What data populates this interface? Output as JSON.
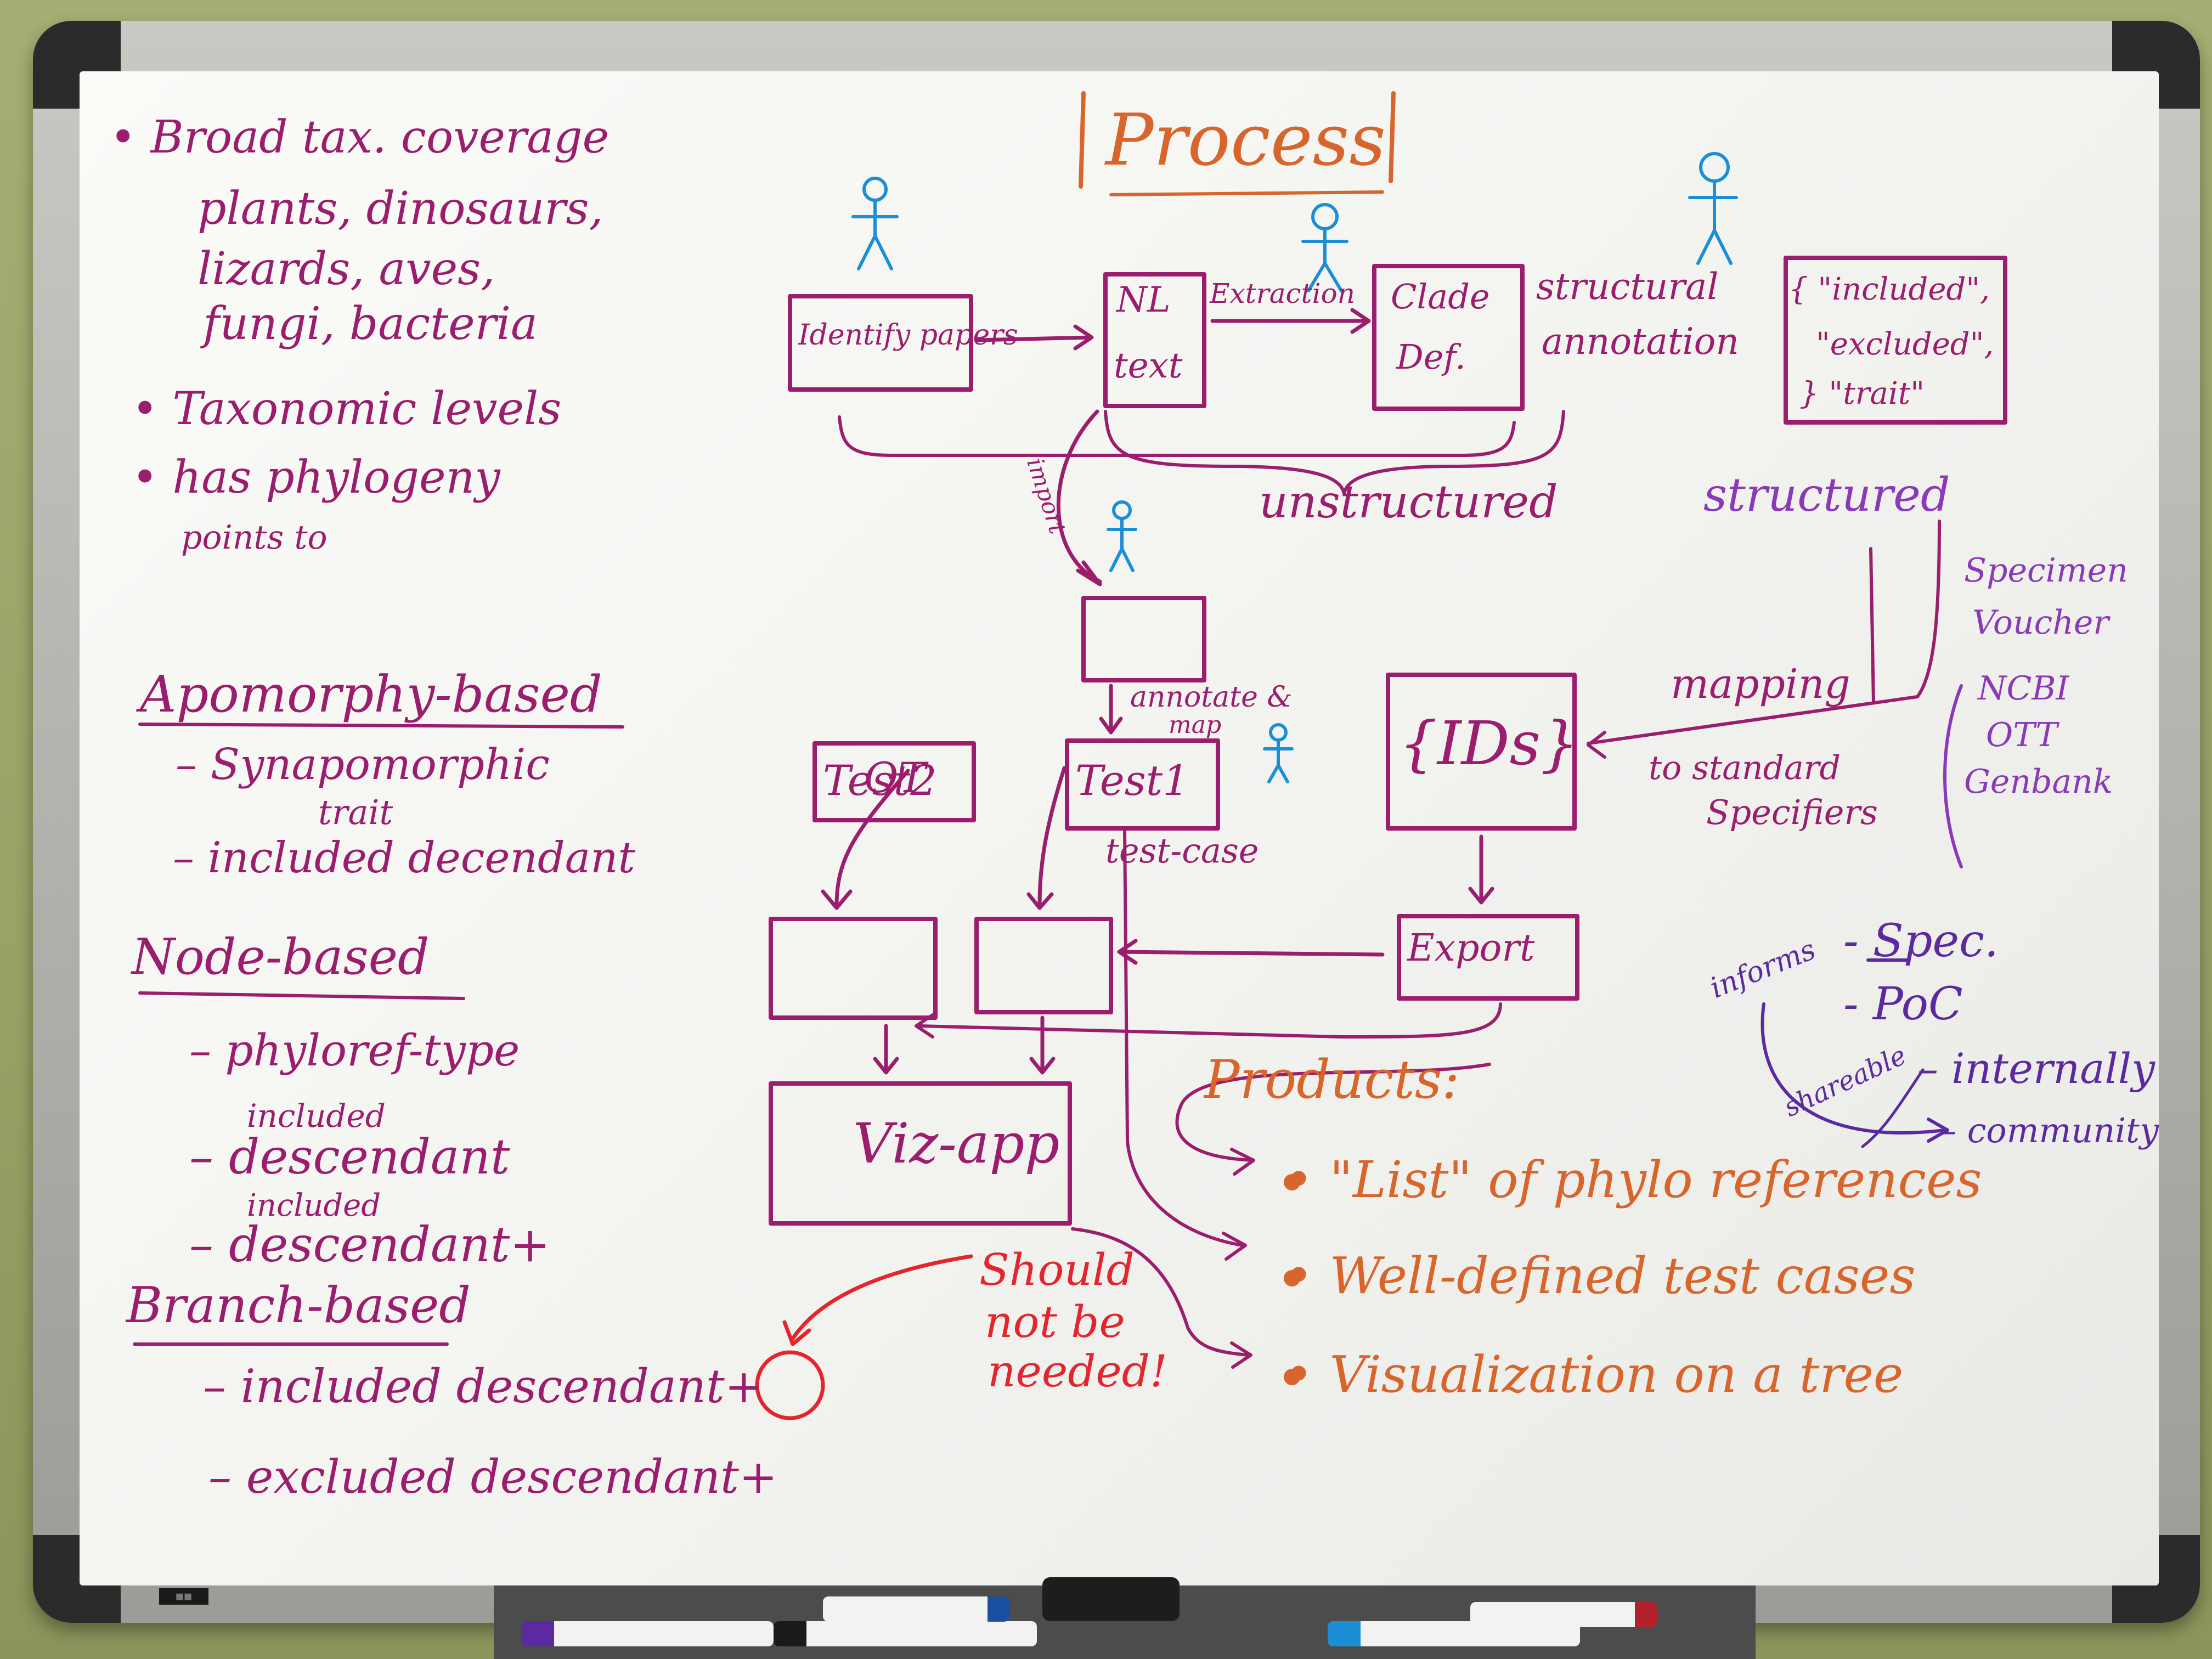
{
  "left": {
    "b1": "• Broad tax. coverage",
    "b1a": "plants, dinosaurs,",
    "b1b": "lizards, aves,",
    "b1c": "fungi, bacteria",
    "b2": "• Taxonomic levels",
    "b3": "• has phylogeny",
    "b3a": "points to",
    "apo": "Apomorphy-based",
    "apo1": "– Synapomorphic",
    "apo1b": "trait",
    "apo2": "– included decendant",
    "node": "Node-based",
    "node1": "– phyloref-type",
    "node2a": "included",
    "node2": "– descendant",
    "node3a": "included",
    "node3": "– descendant+",
    "branch": "Branch-based",
    "br1": "– included descendant+",
    "br2": "– excluded descendant+"
  },
  "diagram": {
    "process": "Process",
    "identify": "Identify papers",
    "nl1": "NL",
    "nl2": "text",
    "extraction": "Extraction",
    "clade1": "Clade",
    "clade2": "Def.",
    "structural": "structural",
    "annotation": "annotation",
    "incl": "{ \"included\",",
    "excl": "\"excluded\",",
    "trait": "} \"trait\"",
    "unstructured": "unstructured",
    "structured": "structured",
    "import": "import",
    "annotate": "annotate &",
    "map": "map",
    "testcase": "test-case",
    "ot": "OT",
    "ids": "{IDs}",
    "mapping": "mapping",
    "to_std": "to standard",
    "specifiers": "Specifiers",
    "sp1": "Specimen",
    "sp2": "Voucher",
    "sp3": "NCBI",
    "sp4": "OTT",
    "sp5": "Genbank",
    "test2": "Test2",
    "test1": "Test1",
    "export": "Export",
    "viz": "Viz-app",
    "informs": "informs",
    "shareable": "shareable",
    "spec": "- Spec.",
    "poc": "- PoC",
    "internally": "– internally",
    "community": "– community"
  },
  "products": {
    "heading": "Products:",
    "p1": "• \"List\" of phylo references",
    "p2": "• Well-defined test cases",
    "p3": "• Visualization on a tree"
  },
  "note": {
    "l1": "Should",
    "l2": "not be",
    "l3": "needed!"
  },
  "colors": {
    "magenta": "#9b1d6e",
    "orange": "#d8652c",
    "red": "#e3262e",
    "blue": "#1b8fd6",
    "purple": "#5b2aa0"
  }
}
